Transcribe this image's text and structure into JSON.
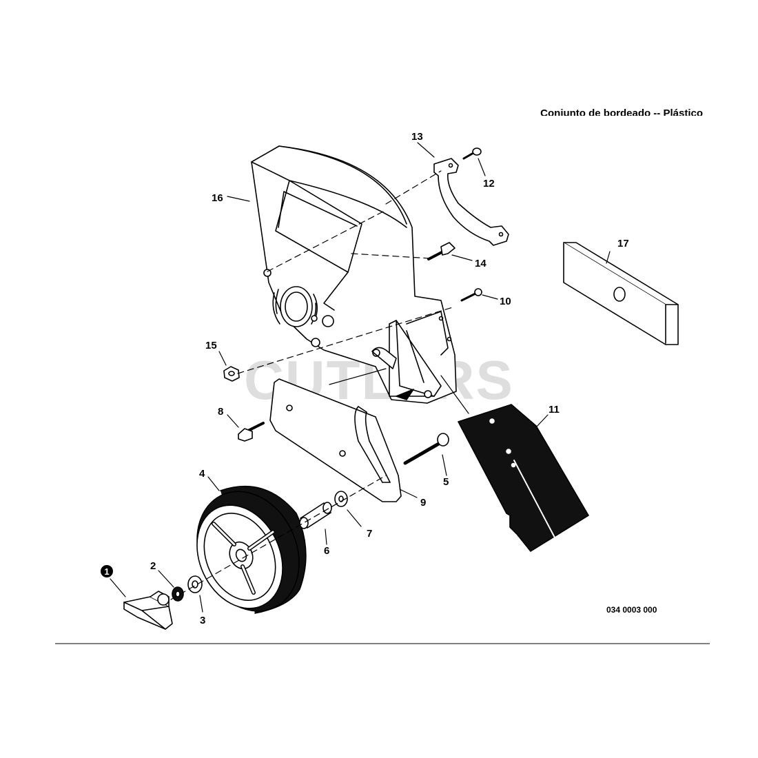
{
  "page": {
    "title": "Conjunto de bordeado -- Plástico",
    "drawing_number": "034 0003 000",
    "watermark": "CUTLERS"
  },
  "callouts": {
    "c1": "1",
    "c2": "2",
    "c3": "3",
    "c4": "4",
    "c5": "5",
    "c6": "6",
    "c7": "7",
    "c8": "8",
    "c9": "9",
    "c10": "10",
    "c11": "11",
    "c12": "12",
    "c13": "13",
    "c14": "14",
    "c15": "15",
    "c16": "16",
    "c17": "17"
  }
}
